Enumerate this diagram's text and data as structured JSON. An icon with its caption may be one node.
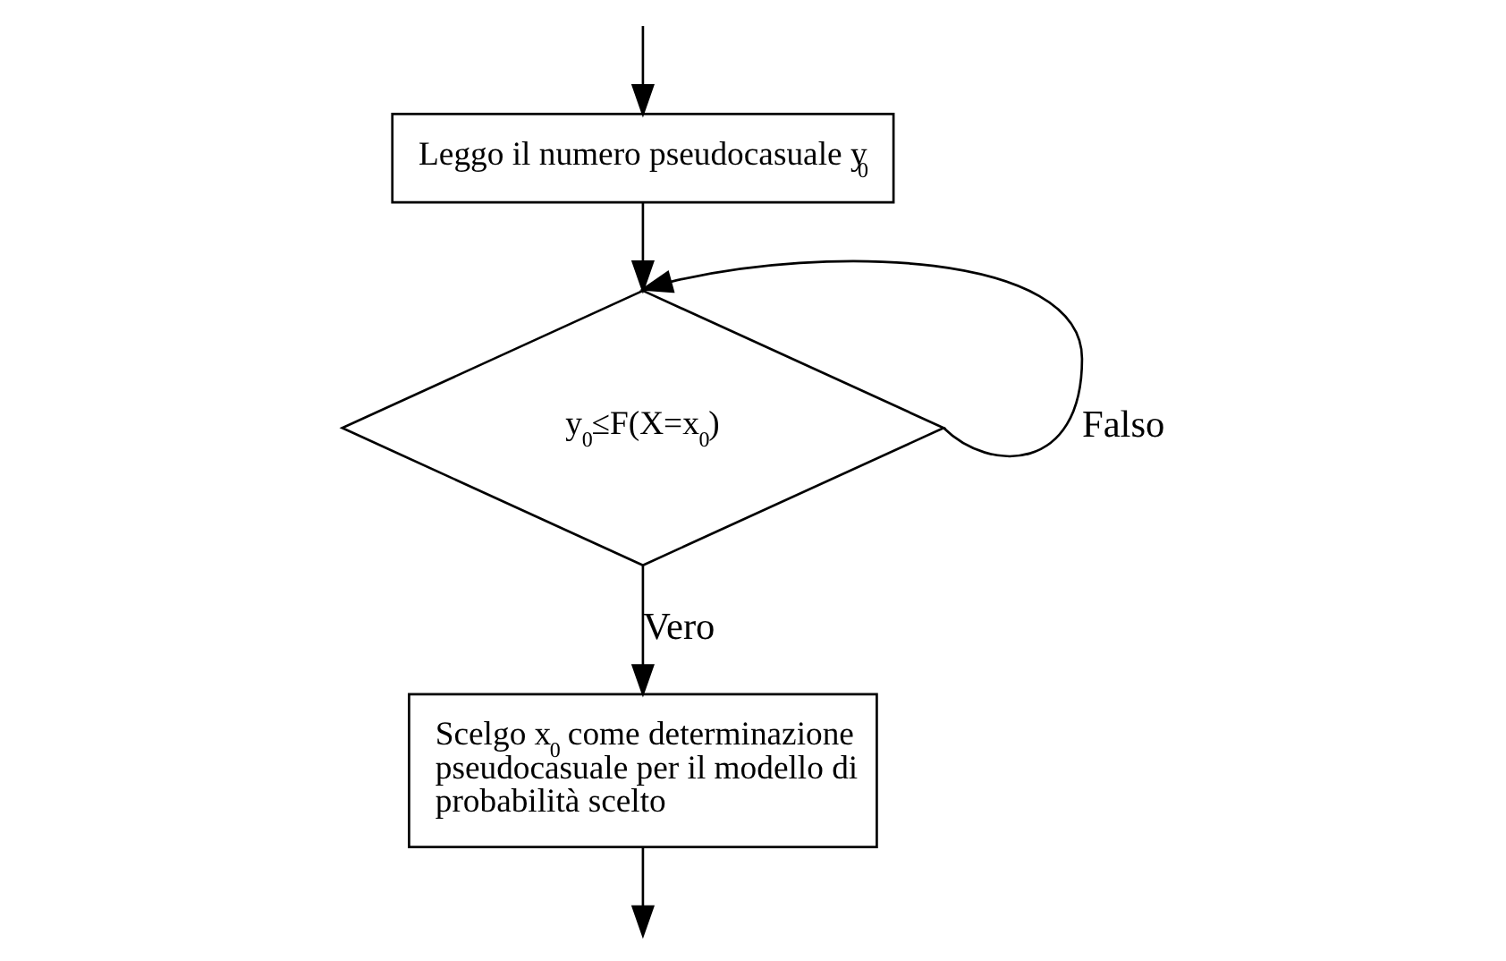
{
  "diagram": {
    "nodes": [
      {
        "text": [
          "Leggo il numero pseudocasuale y$_{0}$"
        ]
      },
      {
        "text": [
          "y$_{0}$≤F(X=x$_{0}$)"
        ]
      },
      {
        "text": [
          "Scelgo x$_{0}$ come determinazione pseudocasuale per il modello di probabilità scelto"
        ]
      }
    ],
    "edges": [
      {
        "from": null,
        "to": 0,
        "arrow": "to"
      },
      {
        "from": 0,
        "to": 1,
        "arrow": "to"
      },
      {
        "from": 1,
        "to": 1,
        "arrow": "to",
        "label": "Falso"
      },
      {
        "from": 1,
        "to": 2,
        "arrow": "to",
        "label": "Vero"
      },
      {
        "from": 2,
        "to": null,
        "arrow": "to"
      }
    ]
  }
}
